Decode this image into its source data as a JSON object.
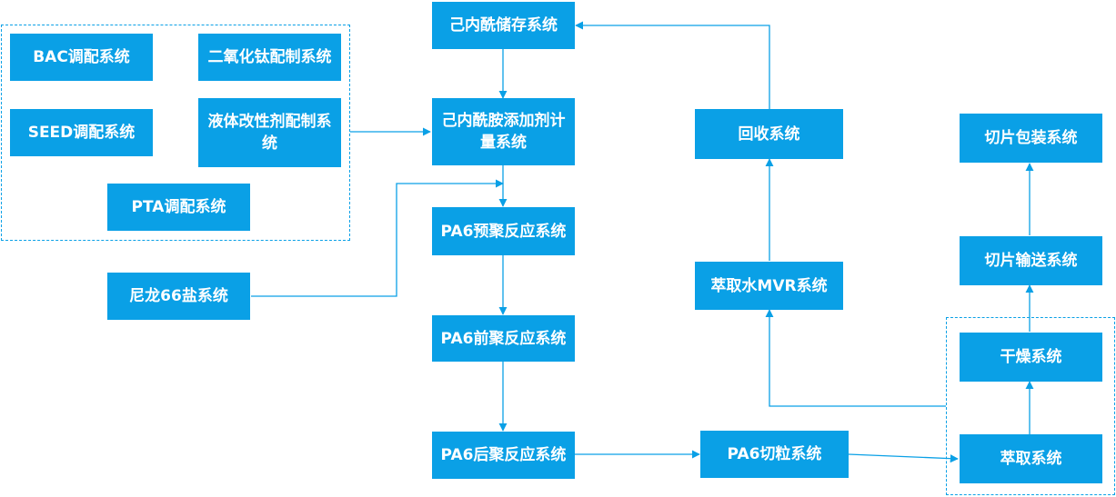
{
  "colors": {
    "node_fill": "#0aa0e6",
    "node_text": "#ffffff",
    "connector": "#0aa0e6"
  },
  "nodes": {
    "bac": "BAC调配系统",
    "tio2": "二氧化钛配制系统",
    "seed": "SEED调配系统",
    "liquid_modifier": "液体改性剂配制系统",
    "pta": "PTA调配系统",
    "nylon66": "尼龙66盐系统",
    "caprolactam_storage": "己内酰储存系统",
    "additive_metering": "己内酰胺添加剂计量系统",
    "pre_poly": "PA6预聚反应系统",
    "front_poly": "PA6前聚反应系统",
    "post_poly": "PA6后聚反应系统",
    "recovery": "回收系统",
    "mvr": "萃取水MVR系统",
    "cutting": "PA6切粒系统",
    "extraction": "萃取系统",
    "drying": "干燥系统",
    "chip_transport": "切片输送系统",
    "chip_packing": "切片包装系统"
  }
}
